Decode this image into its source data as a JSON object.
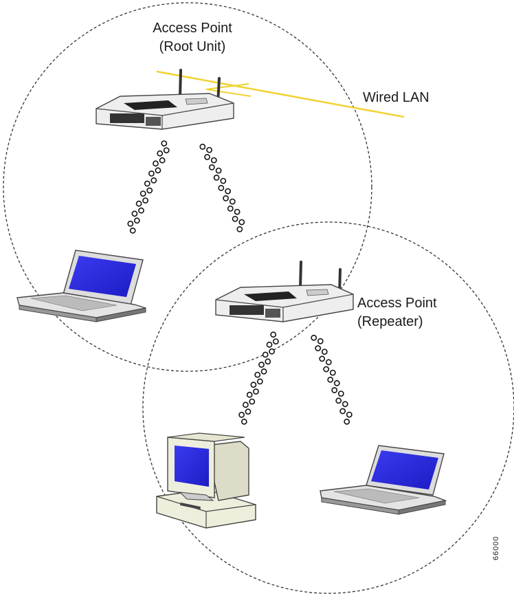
{
  "labels": {
    "root_ap_line1": "Access Point",
    "root_ap_line2": "(Root Unit)",
    "repeater_ap_line1": "Access Point",
    "repeater_ap_line2": "(Repeater)",
    "wired_lan": "Wired LAN",
    "figure_id": "66000"
  },
  "colors": {
    "coverage_circle": "#333333",
    "wired_lan_cable": "#f2d230",
    "screen": "#2626d9",
    "device_body": "#eeeeee",
    "device_shadow": "#c8c8c8"
  },
  "icons": [
    "router-icon",
    "laptop-icon",
    "desktop-computer-icon",
    "radio-wave-icon"
  ]
}
